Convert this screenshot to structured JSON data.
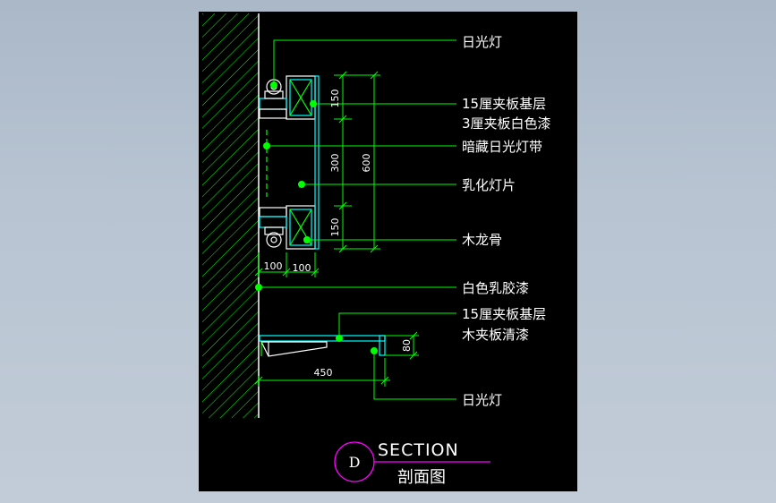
{
  "colors": {
    "background": "#b0bccb",
    "sheet": "#000000",
    "lines": "#00ff00",
    "cyan": "#00ffff",
    "text": "#ffffff",
    "magenta": "#ff00ff"
  },
  "labels": {
    "fluorescent_top": "日光灯",
    "plywood_base": "15厘夹板基层",
    "plywood_white": "3厘夹板白色漆",
    "hidden_light_strip": "暗藏日光灯带",
    "diffuser_panel": "乳化灯片",
    "wood_keel": "木龙骨",
    "white_latex": "白色乳胶漆",
    "plywood_base_2": "15厘夹板基层",
    "plywood_clear": "木夹板清漆",
    "fluorescent_bottom": "日光灯"
  },
  "dimensions": {
    "d150_top": "150",
    "d300": "300",
    "d600": "600",
    "d150_bottom": "150",
    "d100_left": "100",
    "d100_right": "100",
    "d80": "80",
    "d450": "450"
  },
  "title_block": {
    "mark": "D",
    "title": "SECTION",
    "subtitle": "剖面图"
  }
}
